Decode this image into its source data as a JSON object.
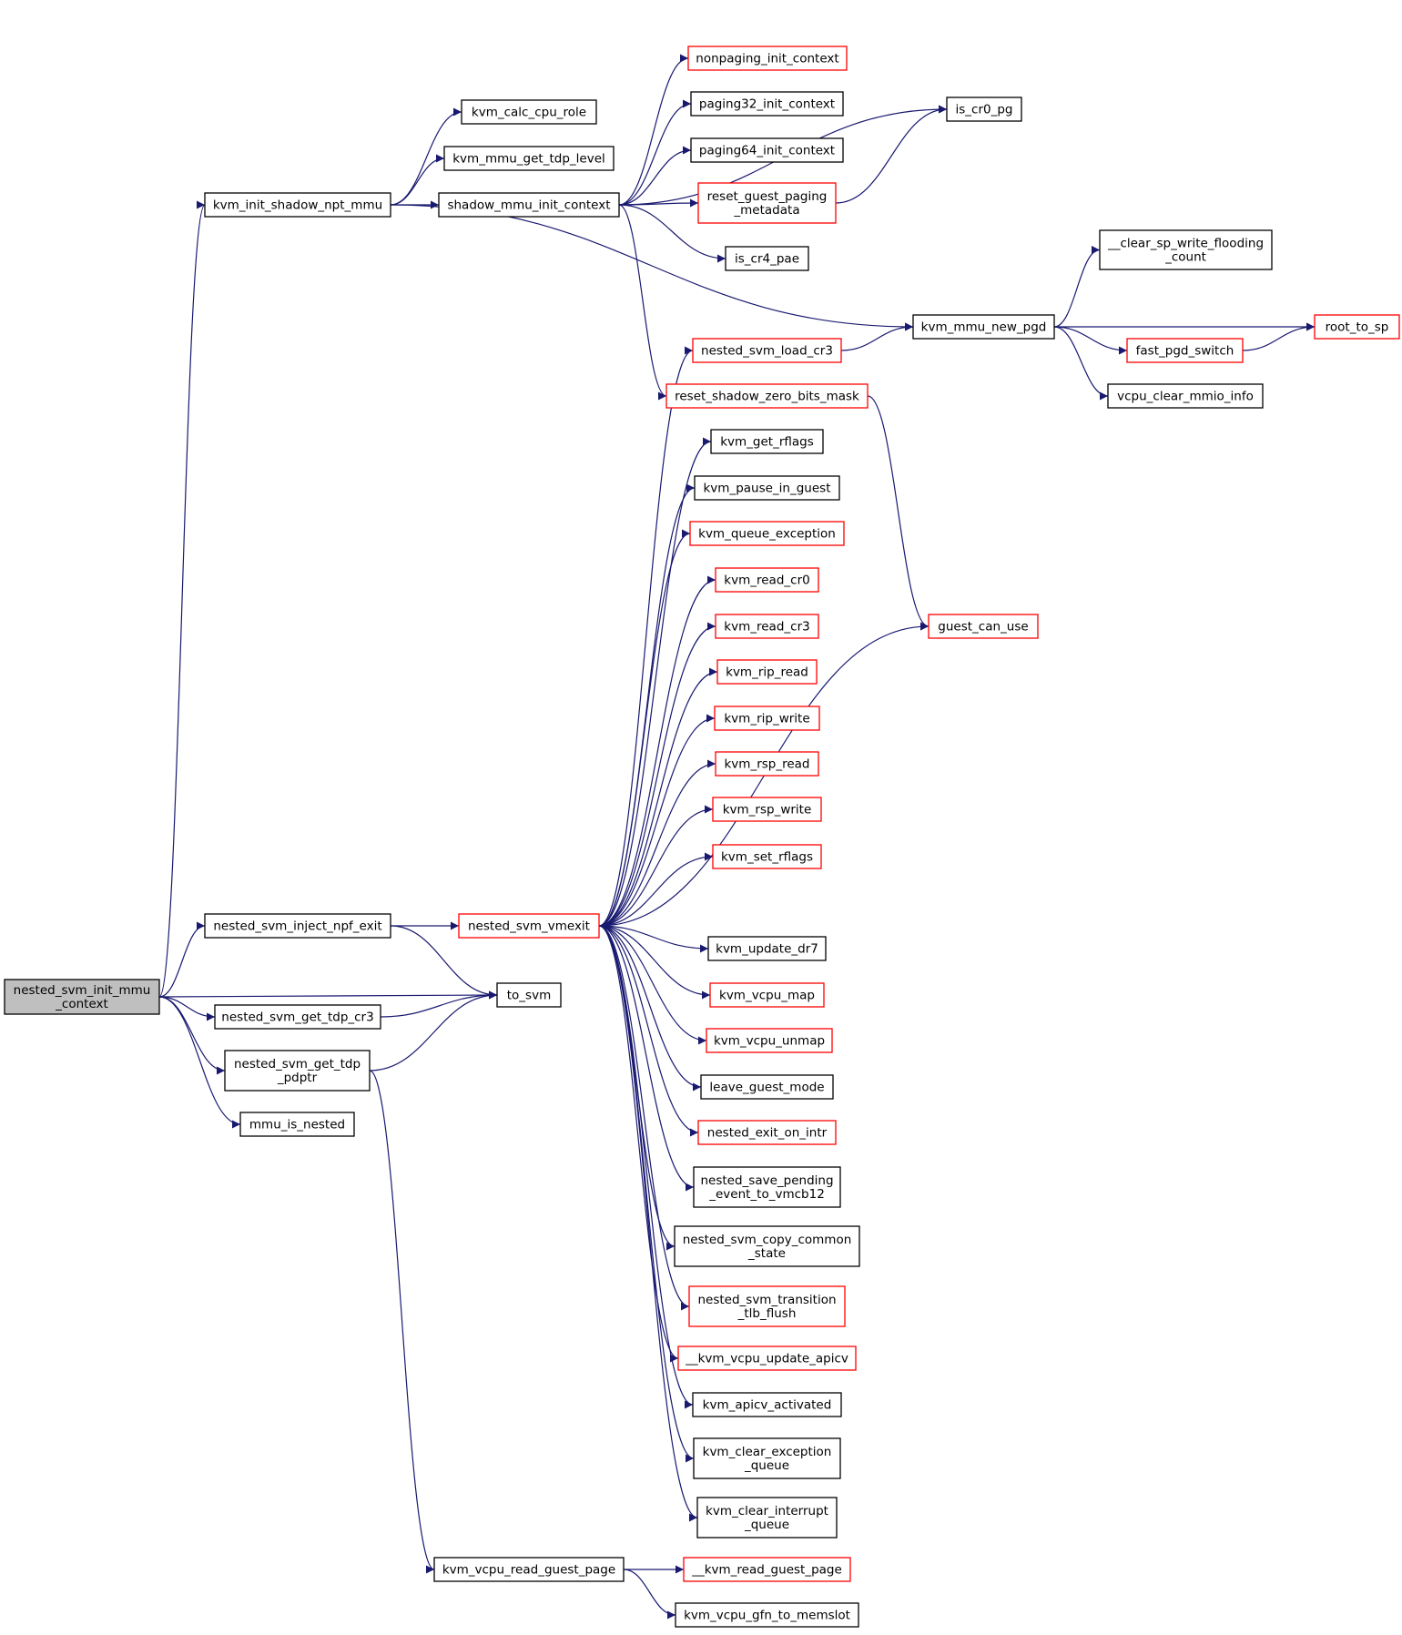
{
  "colors": {
    "edge": "#191970",
    "border_normal": "#000000",
    "border_linked": "#ff0000",
    "root_fill": "#bfbfbf",
    "node_fill": "#ffffff"
  },
  "nodes": {
    "root": {
      "lines": [
        "nested_svm_init_mmu",
        "_context"
      ],
      "style": "root"
    },
    "kvm_init_shadow_npt_mmu": {
      "lines": [
        "kvm_init_shadow_npt_mmu"
      ],
      "style": "normal"
    },
    "kvm_calc_cpu_role": {
      "lines": [
        "kvm_calc_cpu_role"
      ],
      "style": "normal"
    },
    "kvm_mmu_get_tdp_level": {
      "lines": [
        "kvm_mmu_get_tdp_level"
      ],
      "style": "normal"
    },
    "shadow_mmu_init_context": {
      "lines": [
        "shadow_mmu_init_context"
      ],
      "style": "normal"
    },
    "nonpaging_init_context": {
      "lines": [
        "nonpaging_init_context"
      ],
      "style": "linked"
    },
    "paging32_init_context": {
      "lines": [
        "paging32_init_context"
      ],
      "style": "normal"
    },
    "paging64_init_context": {
      "lines": [
        "paging64_init_context"
      ],
      "style": "normal"
    },
    "reset_guest_paging_metadata": {
      "lines": [
        "reset_guest_paging",
        "_metadata"
      ],
      "style": "linked"
    },
    "is_cr4_pae": {
      "lines": [
        "is_cr4_pae"
      ],
      "style": "normal"
    },
    "is_cr0_pg": {
      "lines": [
        "is_cr0_pg"
      ],
      "style": "normal"
    },
    "clear_sp_write_flooding_count": {
      "lines": [
        "__clear_sp_write_flooding",
        "_count"
      ],
      "style": "normal"
    },
    "kvm_mmu_new_pgd": {
      "lines": [
        "kvm_mmu_new_pgd"
      ],
      "style": "normal"
    },
    "root_to_sp": {
      "lines": [
        "root_to_sp"
      ],
      "style": "linked"
    },
    "fast_pgd_switch": {
      "lines": [
        "fast_pgd_switch"
      ],
      "style": "linked"
    },
    "vcpu_clear_mmio_info": {
      "lines": [
        "vcpu_clear_mmio_info"
      ],
      "style": "normal"
    },
    "nested_svm_load_cr3": {
      "lines": [
        "nested_svm_load_cr3"
      ],
      "style": "linked"
    },
    "reset_shadow_zero_bits_mask": {
      "lines": [
        "reset_shadow_zero_bits_mask"
      ],
      "style": "linked"
    },
    "kvm_get_rflags": {
      "lines": [
        "kvm_get_rflags"
      ],
      "style": "normal"
    },
    "kvm_pause_in_guest": {
      "lines": [
        "kvm_pause_in_guest"
      ],
      "style": "normal"
    },
    "kvm_queue_exception": {
      "lines": [
        "kvm_queue_exception"
      ],
      "style": "linked"
    },
    "kvm_read_cr0": {
      "lines": [
        "kvm_read_cr0"
      ],
      "style": "linked"
    },
    "kvm_read_cr3": {
      "lines": [
        "kvm_read_cr3"
      ],
      "style": "linked"
    },
    "kvm_rip_read": {
      "lines": [
        "kvm_rip_read"
      ],
      "style": "linked"
    },
    "kvm_rip_write": {
      "lines": [
        "kvm_rip_write"
      ],
      "style": "linked"
    },
    "kvm_rsp_read": {
      "lines": [
        "kvm_rsp_read"
      ],
      "style": "linked"
    },
    "kvm_rsp_write": {
      "lines": [
        "kvm_rsp_write"
      ],
      "style": "linked"
    },
    "kvm_set_rflags": {
      "lines": [
        "kvm_set_rflags"
      ],
      "style": "linked"
    },
    "guest_can_use": {
      "lines": [
        "guest_can_use"
      ],
      "style": "linked"
    },
    "nested_svm_inject_npf_exit": {
      "lines": [
        "nested_svm_inject_npf_exit"
      ],
      "style": "normal"
    },
    "nested_svm_vmexit": {
      "lines": [
        "nested_svm_vmexit"
      ],
      "style": "linked"
    },
    "kvm_update_dr7": {
      "lines": [
        "kvm_update_dr7"
      ],
      "style": "normal"
    },
    "kvm_vcpu_map": {
      "lines": [
        "kvm_vcpu_map"
      ],
      "style": "linked"
    },
    "kvm_vcpu_unmap": {
      "lines": [
        "kvm_vcpu_unmap"
      ],
      "style": "linked"
    },
    "leave_guest_mode": {
      "lines": [
        "leave_guest_mode"
      ],
      "style": "normal"
    },
    "nested_exit_on_intr": {
      "lines": [
        "nested_exit_on_intr"
      ],
      "style": "linked"
    },
    "nested_save_pending_event_to_vmcb12": {
      "lines": [
        "nested_save_pending",
        "_event_to_vmcb12"
      ],
      "style": "normal"
    },
    "nested_svm_copy_common_state": {
      "lines": [
        "nested_svm_copy_common",
        "_state"
      ],
      "style": "normal"
    },
    "nested_svm_transition_tlb_flush": {
      "lines": [
        "nested_svm_transition",
        "_tlb_flush"
      ],
      "style": "linked"
    },
    "kvm_vcpu_update_apicv": {
      "lines": [
        "__kvm_vcpu_update_apicv"
      ],
      "style": "linked"
    },
    "kvm_apicv_activated": {
      "lines": [
        "kvm_apicv_activated"
      ],
      "style": "normal"
    },
    "kvm_clear_exception_queue": {
      "lines": [
        "kvm_clear_exception",
        "_queue"
      ],
      "style": "normal"
    },
    "kvm_clear_interrupt_queue": {
      "lines": [
        "kvm_clear_interrupt",
        "_queue"
      ],
      "style": "normal"
    },
    "to_svm": {
      "lines": [
        "to_svm"
      ],
      "style": "normal"
    },
    "nested_svm_get_tdp_cr3": {
      "lines": [
        "nested_svm_get_tdp_cr3"
      ],
      "style": "normal"
    },
    "nested_svm_get_tdp_pdptr": {
      "lines": [
        "nested_svm_get_tdp",
        "_pdptr"
      ],
      "style": "normal"
    },
    "mmu_is_nested": {
      "lines": [
        "mmu_is_nested"
      ],
      "style": "normal"
    },
    "kvm_vcpu_read_guest_page": {
      "lines": [
        "kvm_vcpu_read_guest_page"
      ],
      "style": "normal"
    },
    "kvm_read_guest_page": {
      "lines": [
        "__kvm_read_guest_page"
      ],
      "style": "linked"
    },
    "kvm_vcpu_gfn_to_memslot": {
      "lines": [
        "kvm_vcpu_gfn_to_memslot"
      ],
      "style": "normal"
    }
  },
  "edges": [
    [
      "root",
      "kvm_init_shadow_npt_mmu"
    ],
    [
      "root",
      "nested_svm_inject_npf_exit"
    ],
    [
      "root",
      "to_svm"
    ],
    [
      "root",
      "nested_svm_get_tdp_cr3"
    ],
    [
      "root",
      "nested_svm_get_tdp_pdptr"
    ],
    [
      "root",
      "mmu_is_nested"
    ],
    [
      "kvm_init_shadow_npt_mmu",
      "kvm_calc_cpu_role"
    ],
    [
      "kvm_init_shadow_npt_mmu",
      "kvm_mmu_get_tdp_level"
    ],
    [
      "kvm_init_shadow_npt_mmu",
      "shadow_mmu_init_context"
    ],
    [
      "kvm_init_shadow_npt_mmu",
      "kvm_mmu_new_pgd"
    ],
    [
      "shadow_mmu_init_context",
      "is_cr0_pg"
    ],
    [
      "shadow_mmu_init_context",
      "nonpaging_init_context"
    ],
    [
      "shadow_mmu_init_context",
      "paging32_init_context"
    ],
    [
      "shadow_mmu_init_context",
      "paging64_init_context"
    ],
    [
      "shadow_mmu_init_context",
      "reset_guest_paging_metadata"
    ],
    [
      "shadow_mmu_init_context",
      "is_cr4_pae"
    ],
    [
      "shadow_mmu_init_context",
      "reset_shadow_zero_bits_mask"
    ],
    [
      "reset_guest_paging_metadata",
      "is_cr0_pg"
    ],
    [
      "kvm_mmu_new_pgd",
      "clear_sp_write_flooding_count"
    ],
    [
      "kvm_mmu_new_pgd",
      "root_to_sp"
    ],
    [
      "kvm_mmu_new_pgd",
      "fast_pgd_switch"
    ],
    [
      "kvm_mmu_new_pgd",
      "vcpu_clear_mmio_info"
    ],
    [
      "fast_pgd_switch",
      "root_to_sp"
    ],
    [
      "nested_svm_load_cr3",
      "kvm_mmu_new_pgd"
    ],
    [
      "reset_shadow_zero_bits_mask",
      "guest_can_use"
    ],
    [
      "nested_svm_inject_npf_exit",
      "nested_svm_vmexit"
    ],
    [
      "nested_svm_inject_npf_exit",
      "to_svm"
    ],
    [
      "nested_svm_vmexit",
      "nested_svm_load_cr3"
    ],
    [
      "nested_svm_vmexit",
      "kvm_get_rflags"
    ],
    [
      "nested_svm_vmexit",
      "kvm_pause_in_guest"
    ],
    [
      "nested_svm_vmexit",
      "kvm_queue_exception"
    ],
    [
      "nested_svm_vmexit",
      "kvm_read_cr0"
    ],
    [
      "nested_svm_vmexit",
      "kvm_read_cr3"
    ],
    [
      "nested_svm_vmexit",
      "kvm_rip_read"
    ],
    [
      "nested_svm_vmexit",
      "kvm_rip_write"
    ],
    [
      "nested_svm_vmexit",
      "kvm_rsp_read"
    ],
    [
      "nested_svm_vmexit",
      "kvm_rsp_write"
    ],
    [
      "nested_svm_vmexit",
      "kvm_set_rflags"
    ],
    [
      "nested_svm_vmexit",
      "guest_can_use"
    ],
    [
      "nested_svm_vmexit",
      "kvm_update_dr7"
    ],
    [
      "nested_svm_vmexit",
      "kvm_vcpu_map"
    ],
    [
      "nested_svm_vmexit",
      "kvm_vcpu_unmap"
    ],
    [
      "nested_svm_vmexit",
      "leave_guest_mode"
    ],
    [
      "nested_svm_vmexit",
      "nested_exit_on_intr"
    ],
    [
      "nested_svm_vmexit",
      "nested_save_pending_event_to_vmcb12"
    ],
    [
      "nested_svm_vmexit",
      "nested_svm_copy_common_state"
    ],
    [
      "nested_svm_vmexit",
      "nested_svm_transition_tlb_flush"
    ],
    [
      "nested_svm_vmexit",
      "kvm_vcpu_update_apicv"
    ],
    [
      "nested_svm_vmexit",
      "kvm_apicv_activated"
    ],
    [
      "nested_svm_vmexit",
      "kvm_clear_exception_queue"
    ],
    [
      "nested_svm_vmexit",
      "kvm_clear_interrupt_queue"
    ],
    [
      "nested_svm_get_tdp_cr3",
      "to_svm"
    ],
    [
      "nested_svm_get_tdp_pdptr",
      "to_svm"
    ],
    [
      "nested_svm_get_tdp_pdptr",
      "kvm_vcpu_read_guest_page"
    ],
    [
      "kvm_vcpu_read_guest_page",
      "kvm_read_guest_page"
    ],
    [
      "kvm_vcpu_read_guest_page",
      "kvm_vcpu_gfn_to_memslot"
    ]
  ]
}
